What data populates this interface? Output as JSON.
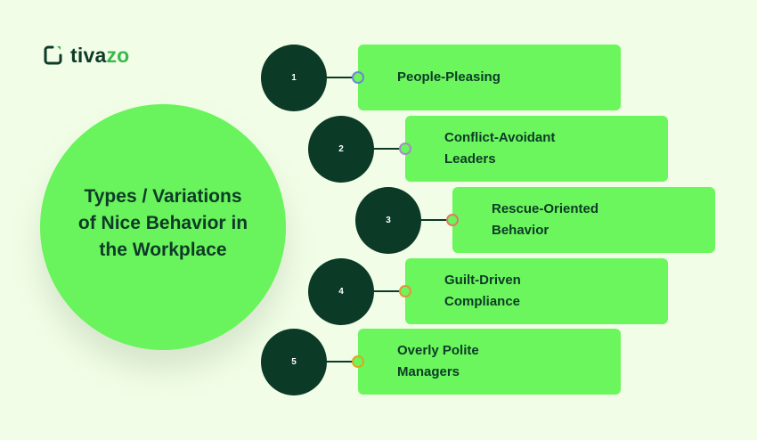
{
  "brand": {
    "name_part1": "tiva",
    "name_part2": "zo",
    "icon": "logo-bracket-icon",
    "colors": {
      "dark": "#0d3b27",
      "accent": "#39b94a"
    }
  },
  "hub": {
    "title": "Types / Variations of Nice Behavior in the Workplace",
    "color": "#69f35c"
  },
  "items": [
    {
      "number": "1",
      "label": "People-Pleasing",
      "dot_color": "#7085d4"
    },
    {
      "number": "2",
      "label": "Conflict-Avoidant Leaders",
      "dot_color": "#a58acb"
    },
    {
      "number": "3",
      "label": "Rescue-Oriented Behavior",
      "dot_color": "#e07a6a"
    },
    {
      "number": "4",
      "label": "Guilt-Driven Compliance",
      "dot_color": "#e7923a"
    },
    {
      "number": "5",
      "label": "Overly Polite Managers",
      "dot_color": "#d9aa1a"
    }
  ],
  "colors": {
    "background": "#f1fde6",
    "number_circle": "#0b3a27",
    "card": "#6af65c",
    "text_dark": "#0d3b27"
  }
}
